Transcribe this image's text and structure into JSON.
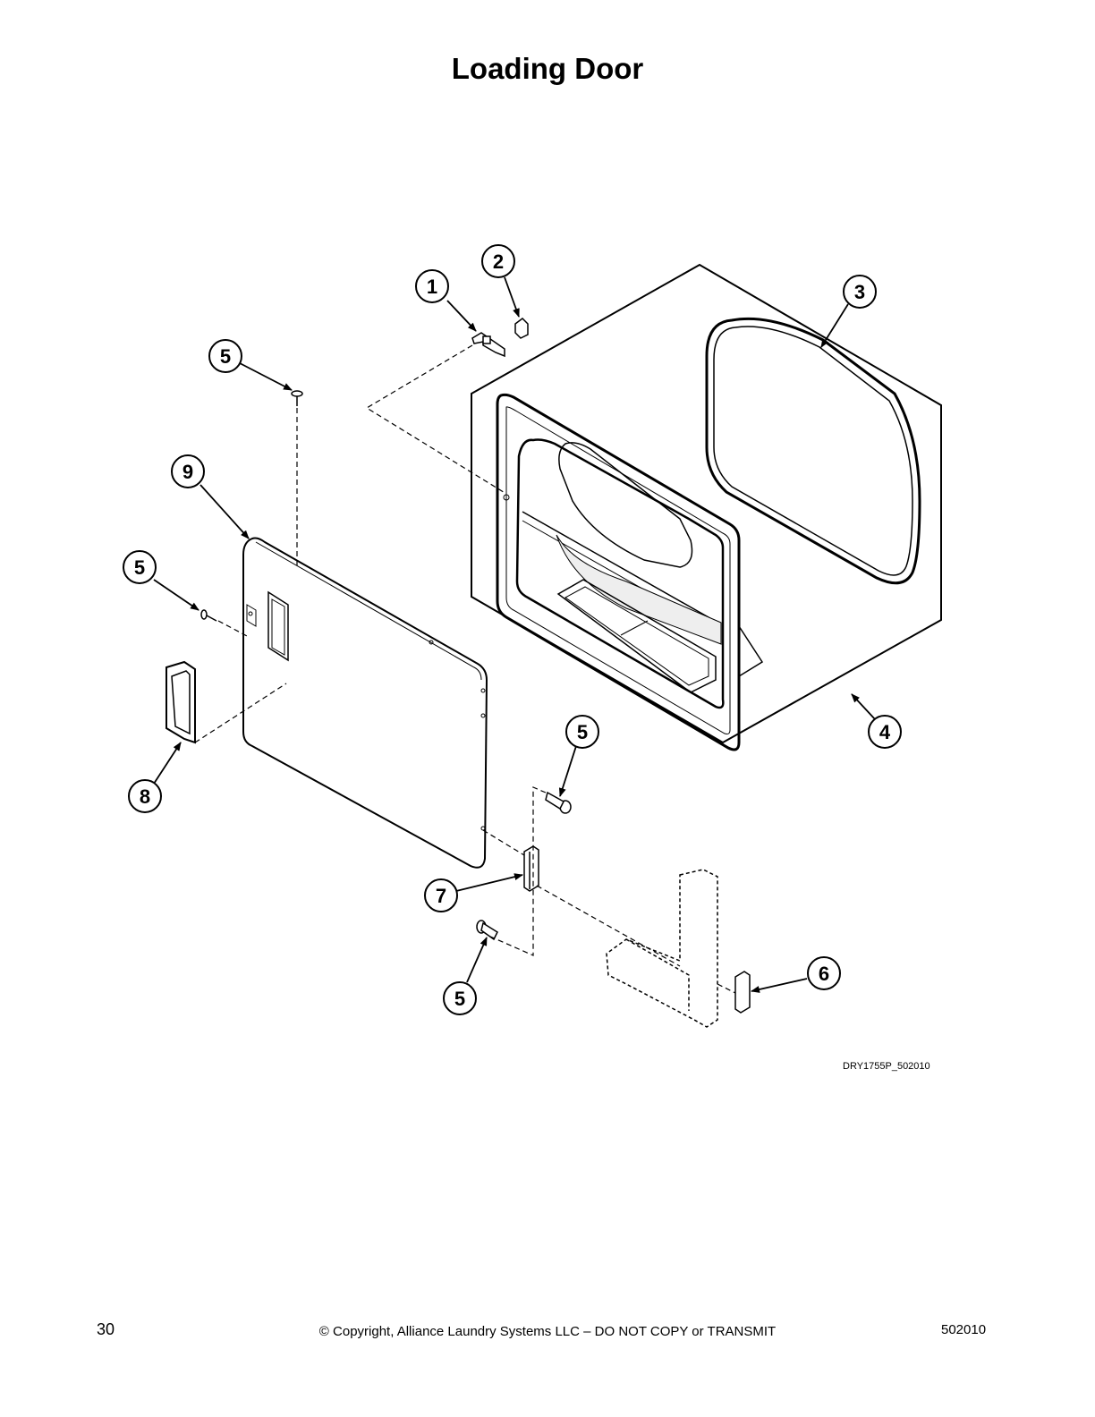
{
  "page": {
    "title": "Loading Door",
    "drawing_id": "DRY1755P_502010",
    "footer": {
      "page_number": "30",
      "copyright": "© Copyright, Alliance Laundry Systems LLC – DO NOT COPY or TRANSMIT",
      "doc_code": "502010"
    }
  },
  "callouts": {
    "c1": "1",
    "c2": "2",
    "c3": "3",
    "c4": "4",
    "c5a": "5",
    "c5b": "5",
    "c5c": "5",
    "c5d": "5",
    "c6": "6",
    "c7": "7",
    "c8": "8",
    "c9": "9"
  }
}
